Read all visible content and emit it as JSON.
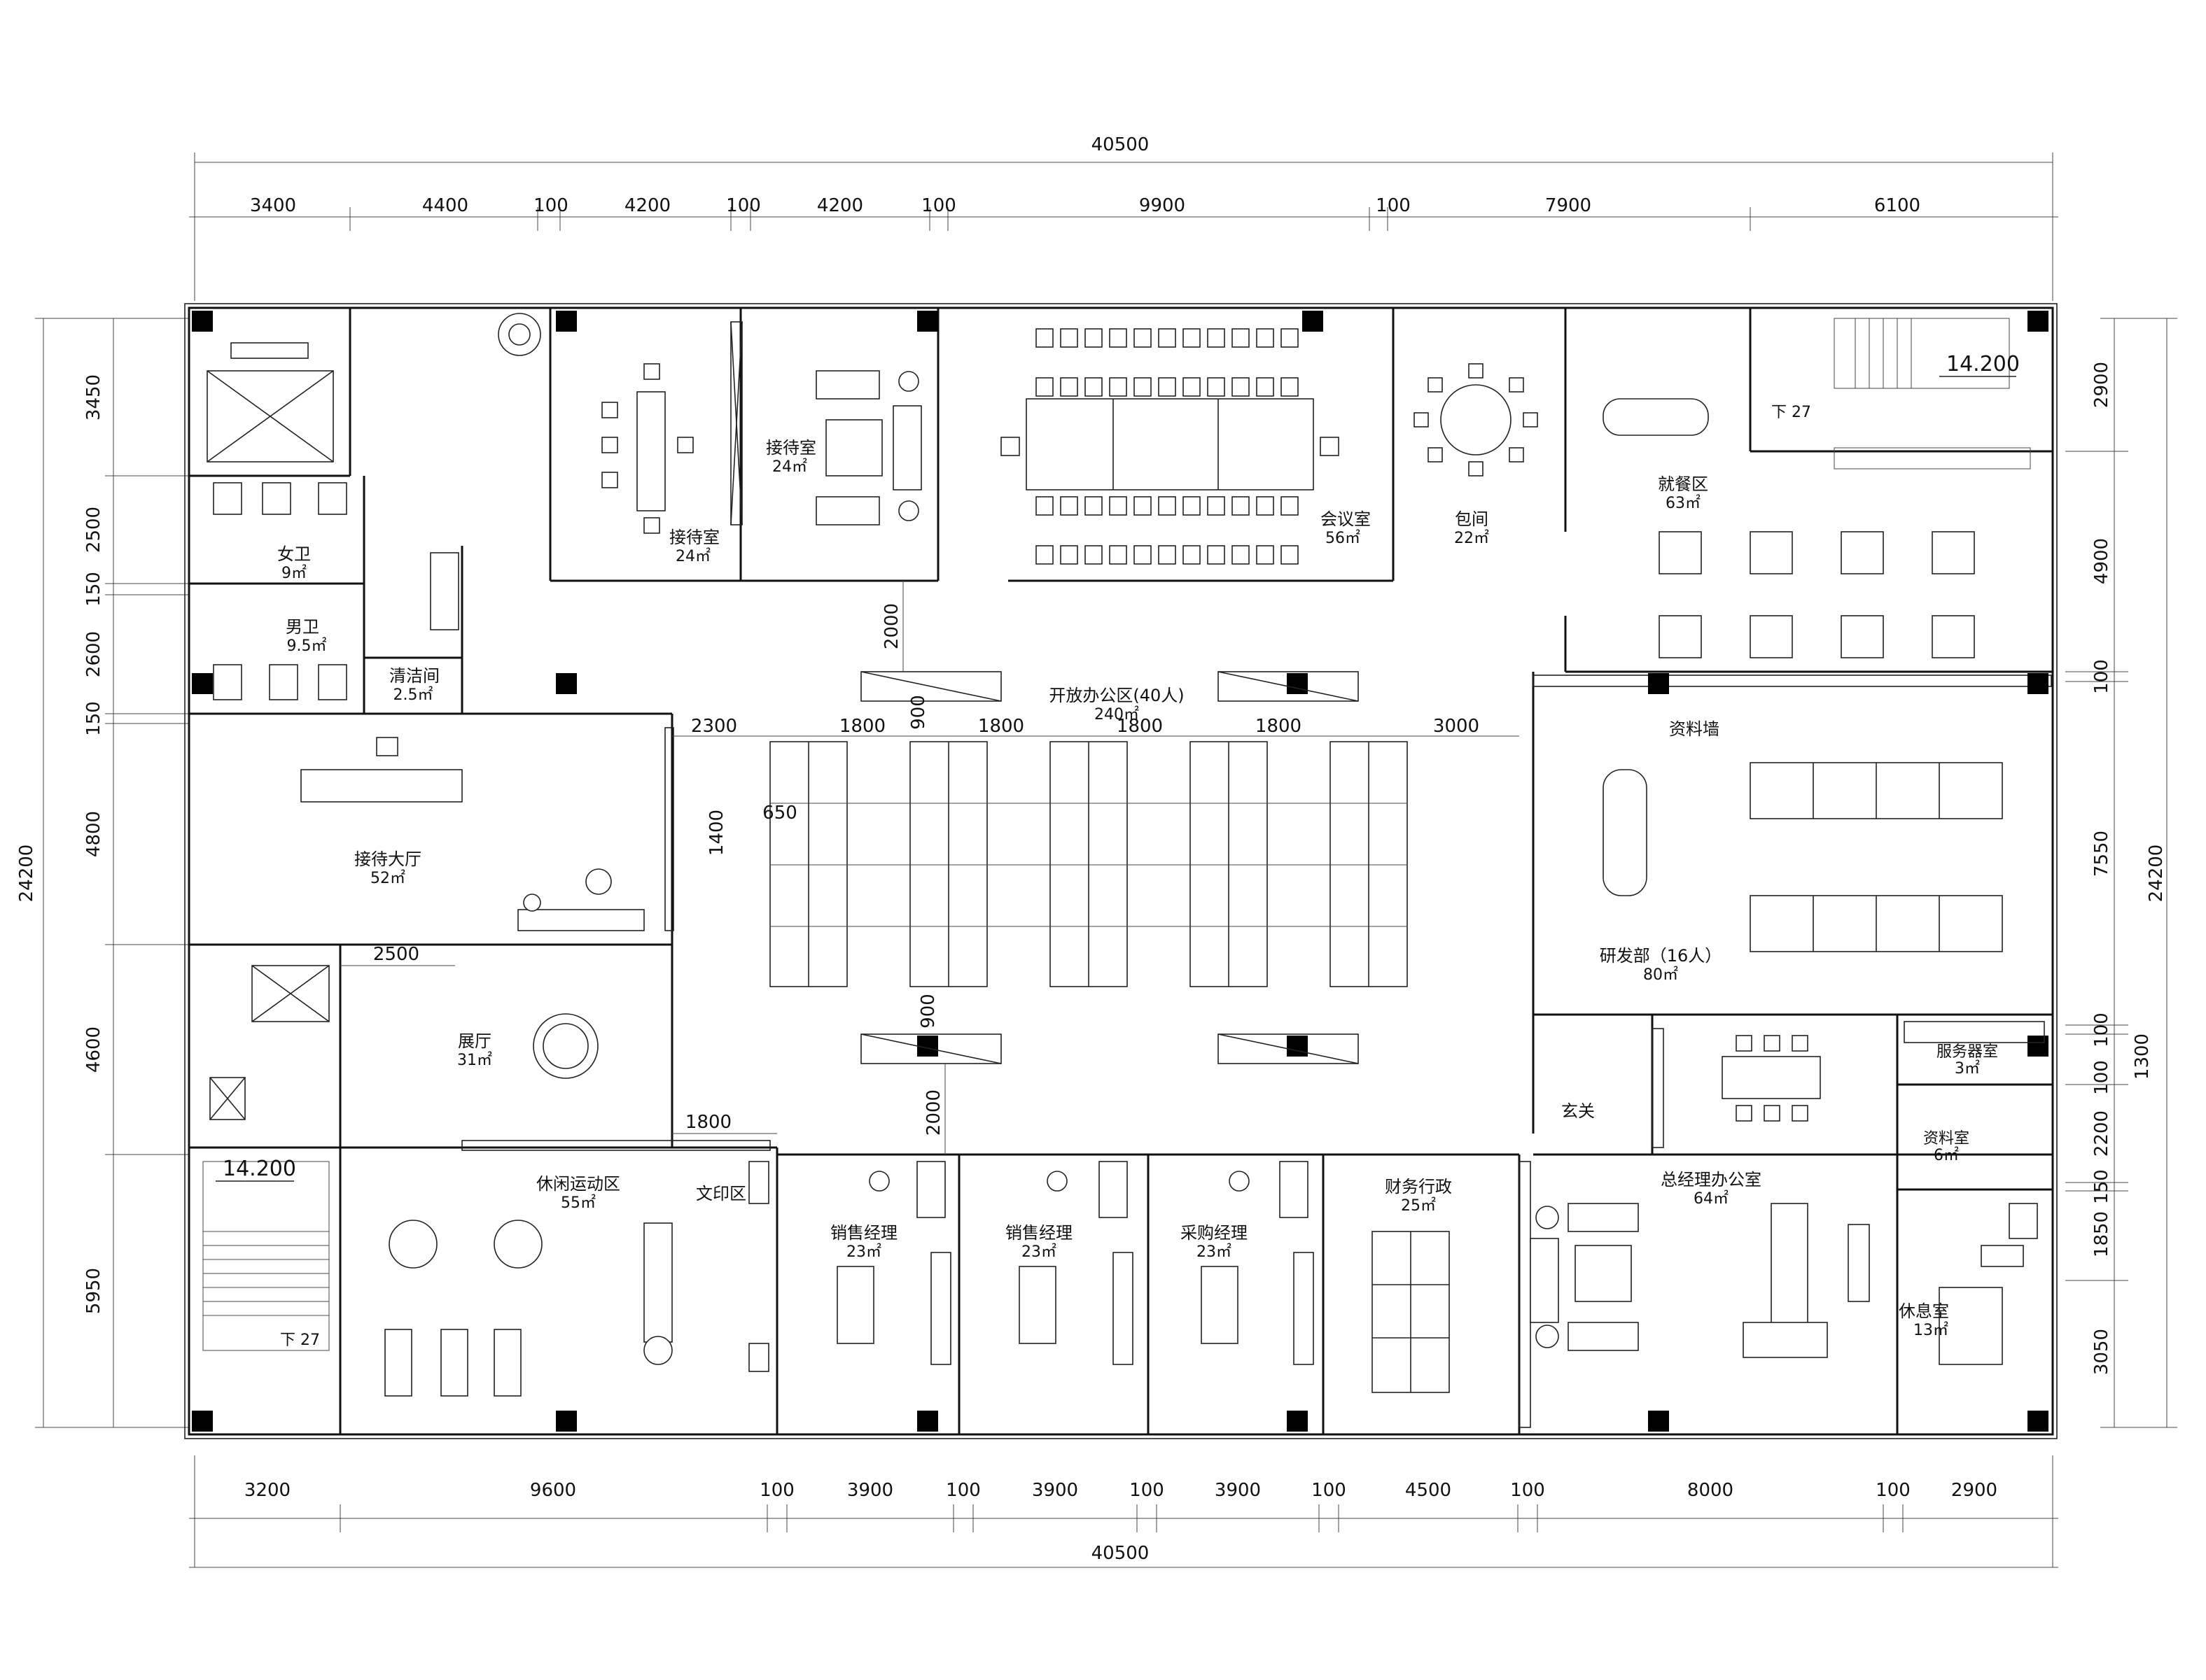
{
  "dims": {
    "top_total": "40500",
    "top": [
      "3400",
      "4400",
      "100",
      "4200",
      "100",
      "4200",
      "100",
      "9900",
      "100",
      "7900",
      "6100"
    ],
    "bottom": [
      "3200",
      "9600",
      "100",
      "3900",
      "100",
      "3900",
      "100",
      "3900",
      "100",
      "4500",
      "100",
      "8000",
      "100",
      "2900"
    ],
    "bottom_total": "40500",
    "left": [
      "3450",
      "2500",
      "150",
      "2600",
      "150",
      "4800",
      "4600",
      "5950"
    ],
    "left_total": "24200",
    "right": [
      "2900",
      "4900",
      "100",
      "7550",
      "100",
      "100",
      "2200",
      "150",
      "1850",
      "3050"
    ],
    "right_extra": "1300",
    "right_total": "24200",
    "inner": {
      "d2000_top": "2000",
      "d900_top": "900",
      "d2300": "2300",
      "d1800": "1800",
      "d3000": "3000",
      "d650": "650",
      "d1400": "1400",
      "d900_bot": "900",
      "d2000_bot": "2000",
      "d2500": "2500",
      "d1800_bot": "1800"
    }
  },
  "elevations": {
    "top_right": "14.200",
    "bottom_left": "14.200",
    "stair_down_1": "下 27",
    "stair_down_2": "下 27"
  },
  "rooms": {
    "nvwei": {
      "name": "女卫",
      "area": "9㎡"
    },
    "nanwei": {
      "name": "男卫",
      "area": "9.5㎡"
    },
    "qingjie": {
      "name": "清洁间",
      "area": "2.5㎡"
    },
    "reception_a": {
      "name": "接待室",
      "area": "24㎡"
    },
    "reception_b": {
      "name": "接待室",
      "area": "24㎡"
    },
    "meeting": {
      "name": "会议室",
      "area": "56㎡"
    },
    "private_room": {
      "name": "包间",
      "area": "22㎡"
    },
    "dining": {
      "name": "就餐区",
      "area": "63㎡"
    },
    "open_office": {
      "name": "开放办公区(40人)",
      "area": "240㎡"
    },
    "lobby": {
      "name": "接待大厅",
      "area": "52㎡"
    },
    "exhibit": {
      "name": "展厅",
      "area": "31㎡"
    },
    "archive_wall": {
      "name": "资料墙"
    },
    "rnd": {
      "name": "研发部（16人）",
      "area": "80㎡"
    },
    "foyer": {
      "name": "玄关"
    },
    "server": {
      "name": "服务器室",
      "area": "3㎡"
    },
    "files": {
      "name": "资料室",
      "area": "6㎡"
    },
    "leisure": {
      "name": "休闲运动区",
      "area": "55㎡"
    },
    "print": {
      "name": "文印区"
    },
    "sales1": {
      "name": "销售经理",
      "area": "23㎡"
    },
    "sales2": {
      "name": "销售经理",
      "area": "23㎡"
    },
    "purchase": {
      "name": "采购经理",
      "area": "23㎡"
    },
    "finance": {
      "name": "财务行政",
      "area": "25㎡"
    },
    "gm": {
      "name": "总经理办公室",
      "area": "64㎡"
    },
    "rest": {
      "name": "休息室",
      "area": "13㎡"
    }
  }
}
